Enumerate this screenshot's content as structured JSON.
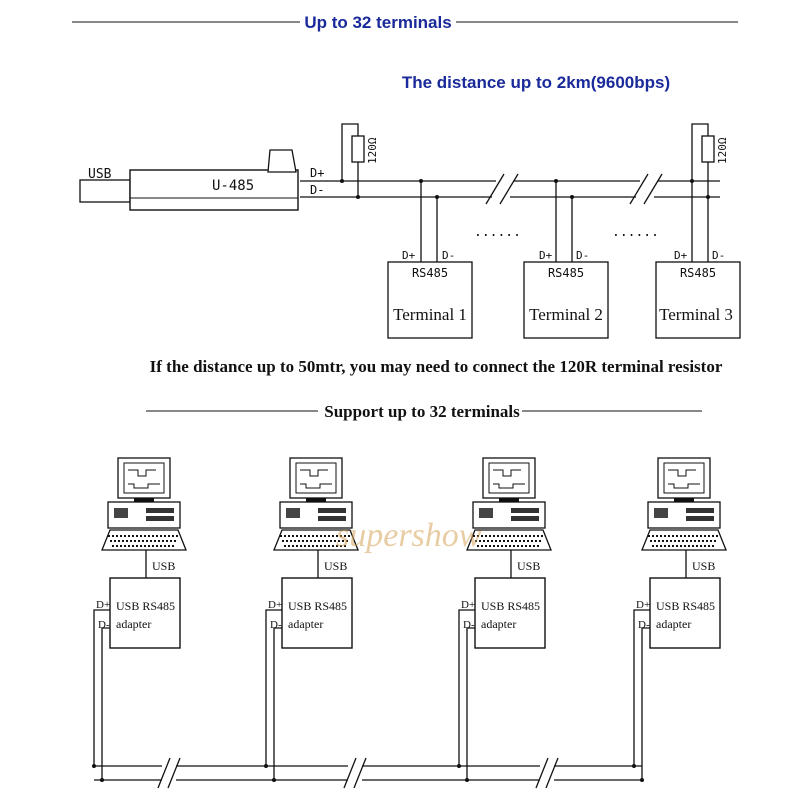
{
  "top_header": "Up to 32 terminals",
  "distance_note": "The distance up to 2km(9600bps)",
  "usb_label": "USB",
  "device_label": "U-485",
  "line_labels": {
    "dplus": "D+",
    "dminus": "D-"
  },
  "resistor_label": "120Ω",
  "dots": "......",
  "rs485_label": "RS485",
  "terminals": [
    "Terminal 1",
    "Terminal 2",
    "Terminal 3"
  ],
  "resistor_note": "If the distance up to 50mtr,  you may need to connect the 120R terminal resistor",
  "bottom_header": "Support up to 32 terminals",
  "adapter": {
    "line1": "USB RS485",
    "line2": "adapter",
    "usb": "USB",
    "dplus": "D+",
    "dminus": "D-"
  },
  "watermark": "supershow",
  "colors": {
    "header_blue": "#1a2a9a",
    "line": "#111111",
    "watermark": "#d7a35a"
  }
}
